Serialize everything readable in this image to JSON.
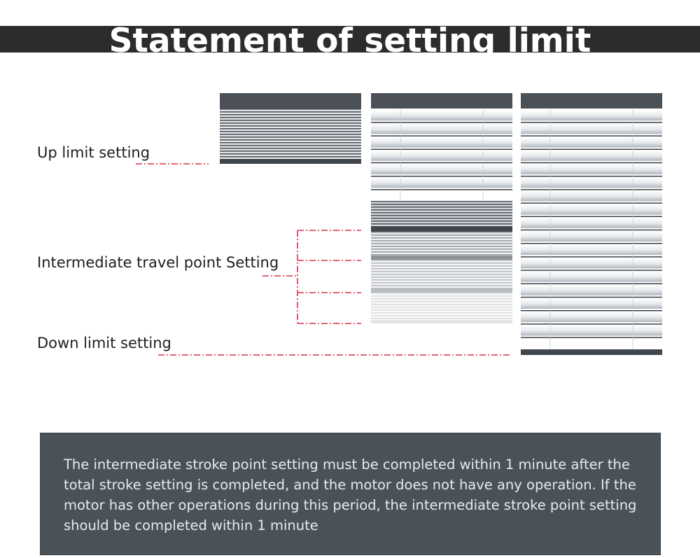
{
  "title": "Statement of setting limit",
  "labels": {
    "up": "Up limit setting",
    "intermediate": "Intermediate travel point Setting",
    "down": "Down limit setting"
  },
  "note": "The intermediate stroke point setting must be completed within 1 minute after the total stroke setting is completed, and the motor does not have any operation. If the motor has other operations during this period, the intermediate stroke point setting should be completed within 1 minute",
  "colors": {
    "title_bar": "#2c2c2c",
    "header_rail": "#4b5157",
    "guide_line": "#d9304a",
    "note_box": "#4a5259"
  },
  "icons": [
    "blind-panel-up",
    "blind-panel-intermediate",
    "blind-panel-down"
  ]
}
